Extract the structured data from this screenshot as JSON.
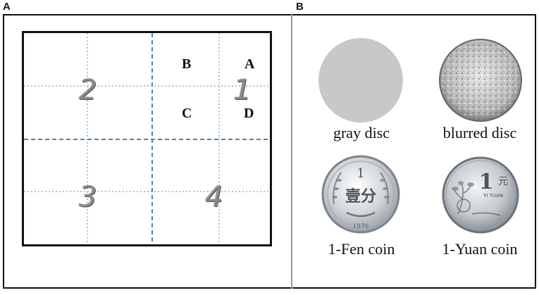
{
  "panel_a": {
    "label": "A",
    "quadrants": [
      "1",
      "2",
      "3",
      "4"
    ],
    "subregions": [
      "A",
      "B",
      "C",
      "D"
    ]
  },
  "panel_b": {
    "label": "B",
    "stimuli": [
      {
        "caption": "gray disc",
        "color": "#c8c8c8"
      },
      {
        "caption": "blurred disc"
      },
      {
        "caption": "1-Fen coin",
        "numeral": "1",
        "hanzi": "壹分",
        "year": "1976"
      },
      {
        "caption": "1-Yuan coin",
        "numeral": "1",
        "hanzi": "元",
        "pinyin": "YI YUAN"
      }
    ]
  }
}
